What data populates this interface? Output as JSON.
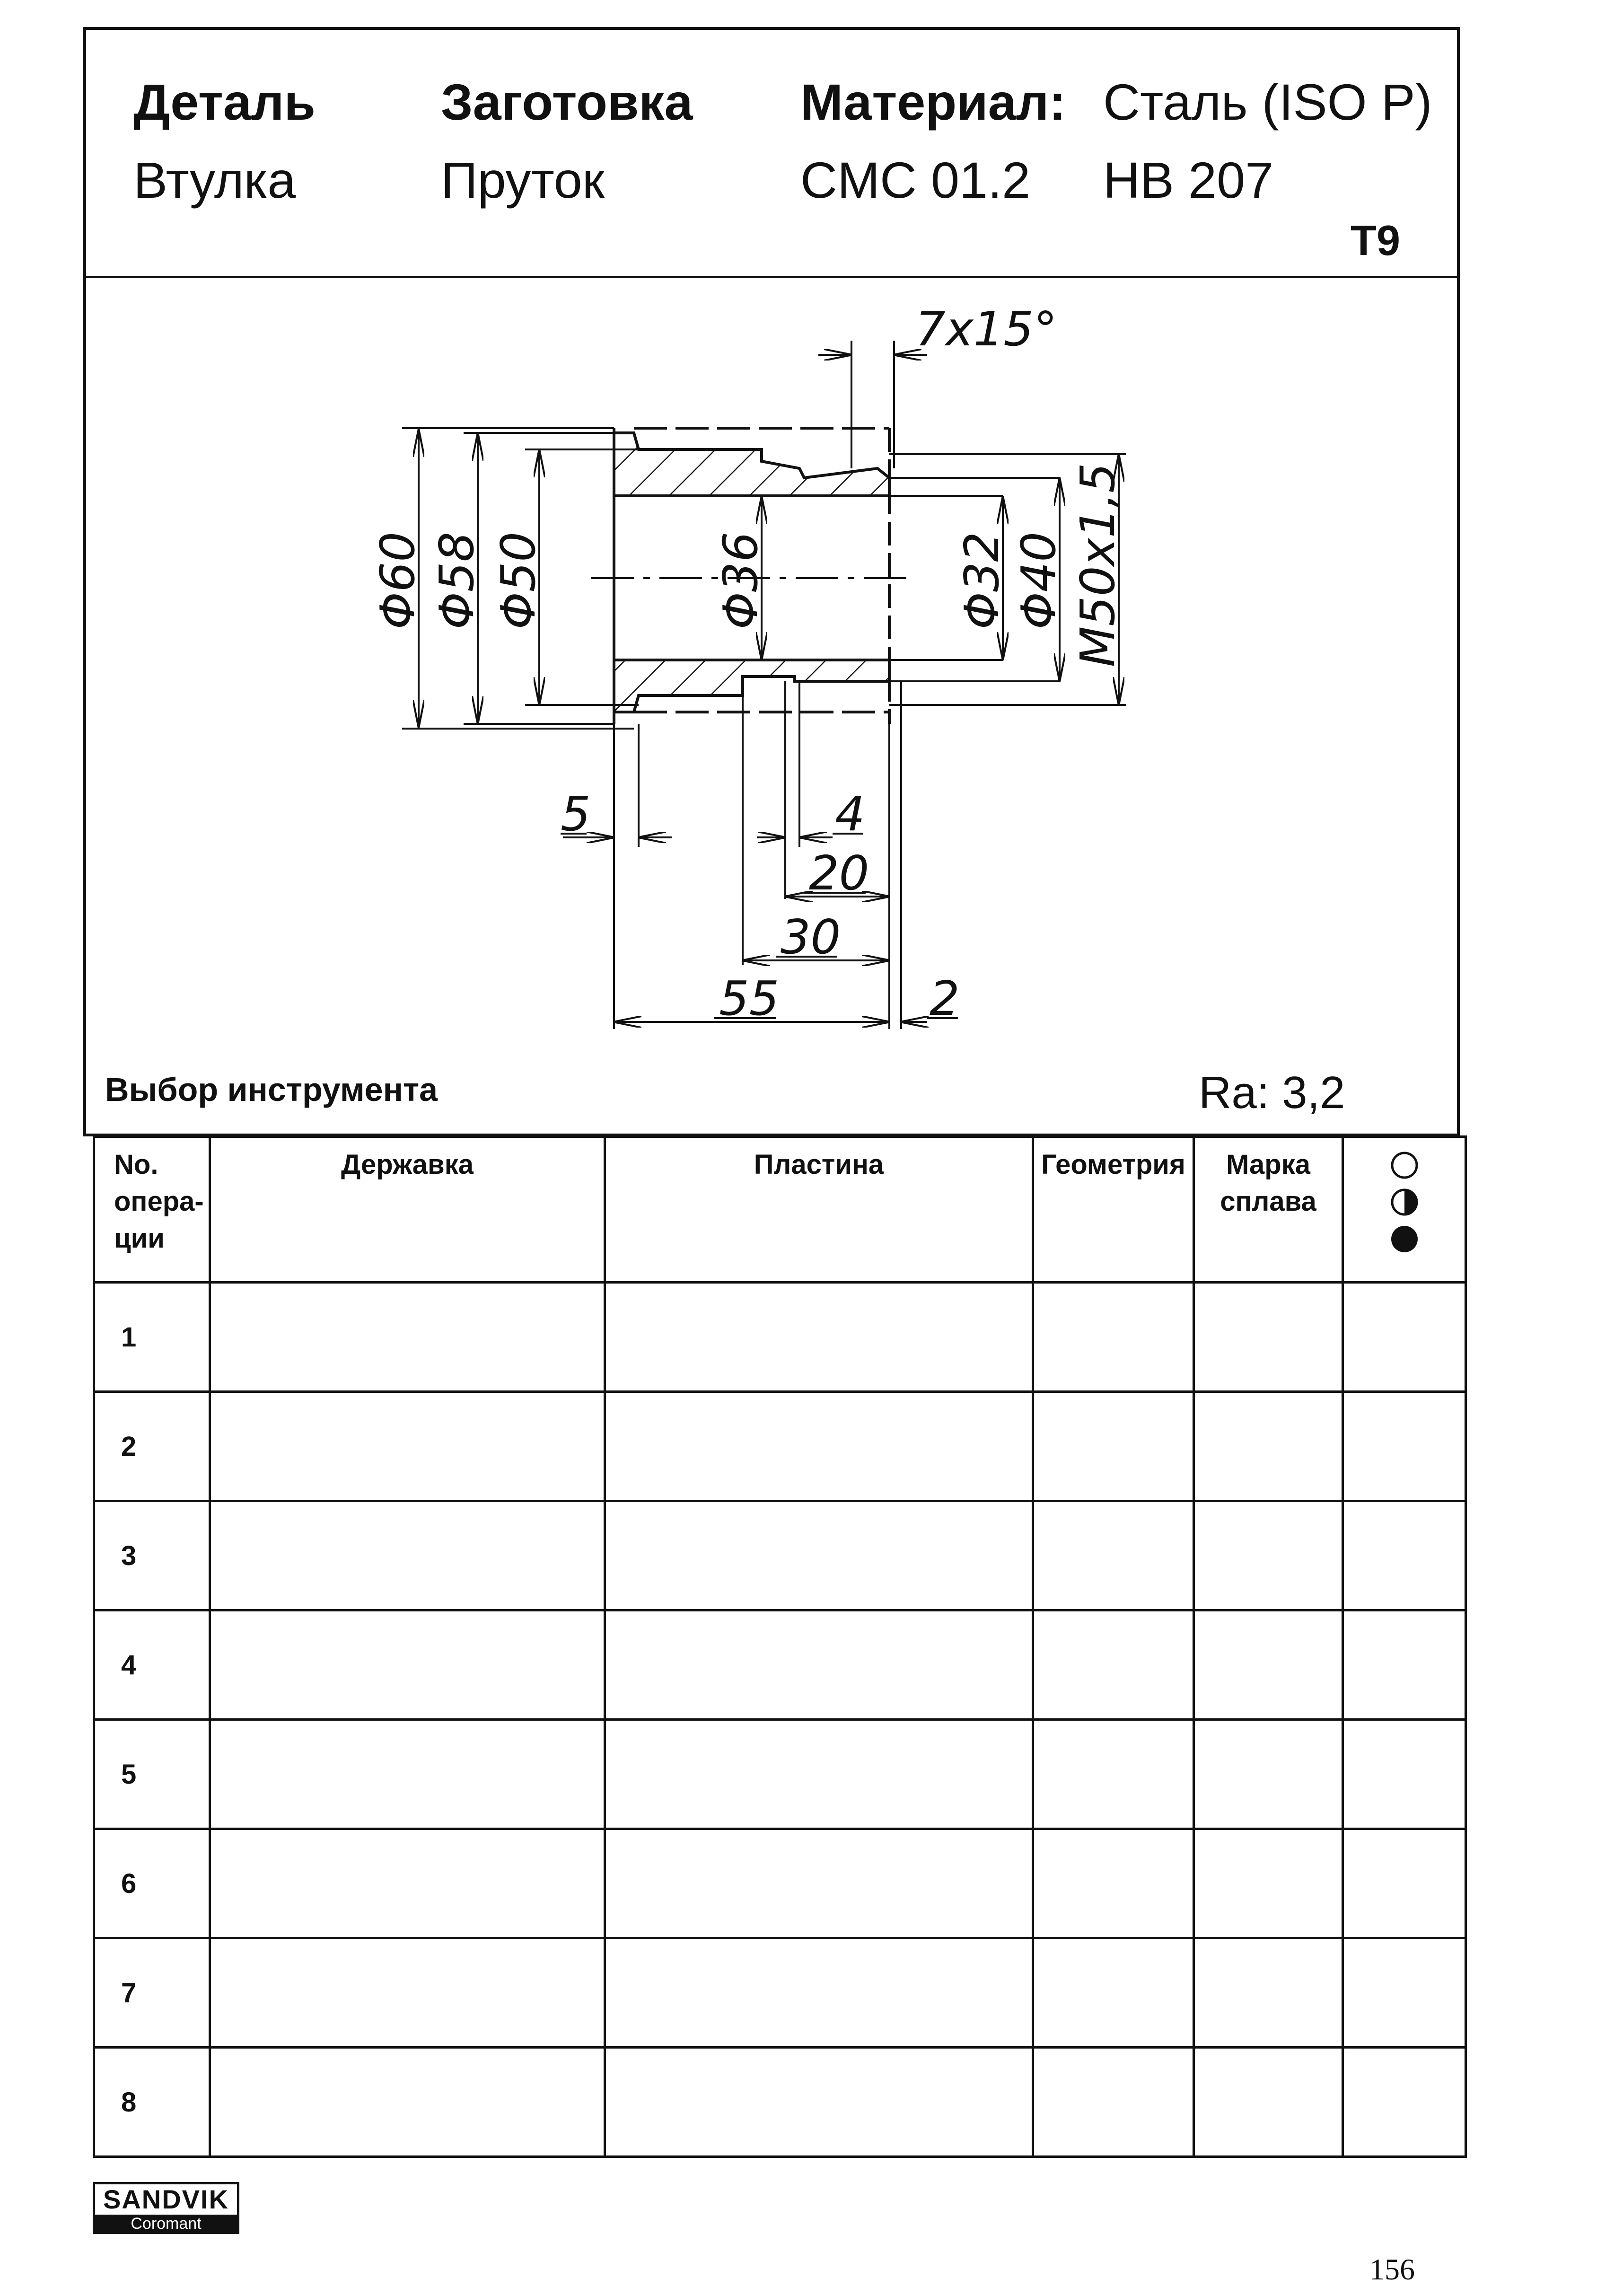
{
  "header": {
    "part_label": "Деталь",
    "part_value": "Втулка",
    "blank_label": "Заготовка",
    "blank_value": "Пруток",
    "material_label": "Материал:",
    "material_value": "Сталь (ISO P)",
    "cmc": "CMC 01.2",
    "hardness": "HB 207",
    "card_code": "T9"
  },
  "drawing": {
    "dim_chamfer": "7x15°",
    "dim_d60": "Φ60",
    "dim_d58": "Φ58",
    "dim_d50": "Φ50",
    "dim_d36": "Φ36",
    "dim_d32": "Φ32",
    "dim_d40": "Φ40",
    "dim_thread": "M50x1,5",
    "dim_5": "5",
    "dim_4": "4",
    "dim_20": "20",
    "dim_30": "30",
    "dim_55": "55",
    "dim_2": "2"
  },
  "tool_selection": {
    "title": "Выбор инструмента",
    "roughness": "Ra: 3,2"
  },
  "table": {
    "headers": {
      "op_no_line1": "No.",
      "op_no_line2": "опера-",
      "op_no_line3": "ции",
      "holder": "Державка",
      "insert": "Пластина",
      "geometry": "Геометрия",
      "grade_line1": "Марка",
      "grade_line2": "сплава"
    },
    "rows": [
      "1",
      "2",
      "3",
      "4",
      "5",
      "6",
      "7",
      "8"
    ]
  },
  "footer": {
    "logo_top": "SANDVIK",
    "logo_bottom": "Coromant",
    "page_number": "156"
  }
}
